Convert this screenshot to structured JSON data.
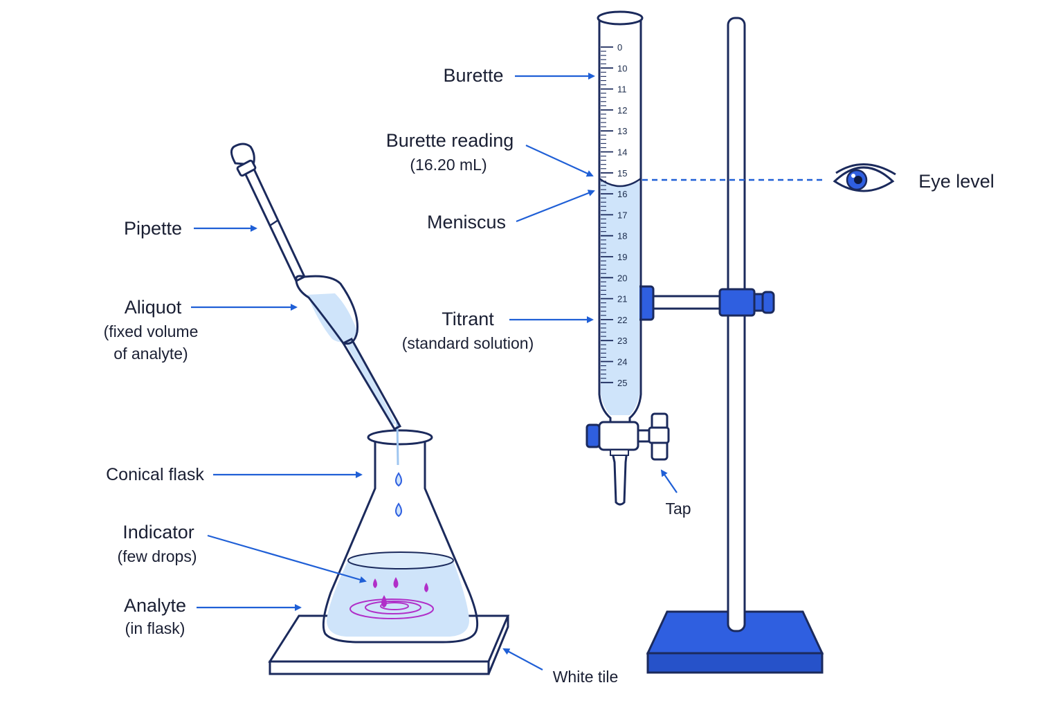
{
  "colors": {
    "outline": "#1b2a5c",
    "arrow": "#1f5fd6",
    "accent_blue": "#2f5fe0",
    "liquid": "#cfe4fa",
    "indicator": "#b02fc8",
    "background": "#ffffff"
  },
  "labels": {
    "burette": "Burette",
    "burette_reading_line1": "Burette reading",
    "burette_reading_line2": "(16.20 mL)",
    "meniscus": "Meniscus",
    "titrant_line1": "Titrant",
    "titrant_line2": "(standard solution)",
    "eye_level": "Eye level",
    "tap": "Tap",
    "pipette": "Pipette",
    "aliquot_line1": "Aliquot",
    "aliquot_line2": "(fixed volume",
    "aliquot_line3": "of analyte)",
    "conical_flask": "Conical flask",
    "indicator_line1": "Indicator",
    "indicator_line2": "(few drops)",
    "analyte_line1": "Analyte",
    "analyte_line2": "(in flask)",
    "white_tile": "White tile"
  },
  "burette_scale": [
    "0",
    "10",
    "11",
    "12",
    "13",
    "14",
    "15",
    "16",
    "17",
    "18",
    "19",
    "20",
    "21",
    "22",
    "23",
    "24",
    "25"
  ],
  "icons": [
    "eye-icon"
  ]
}
